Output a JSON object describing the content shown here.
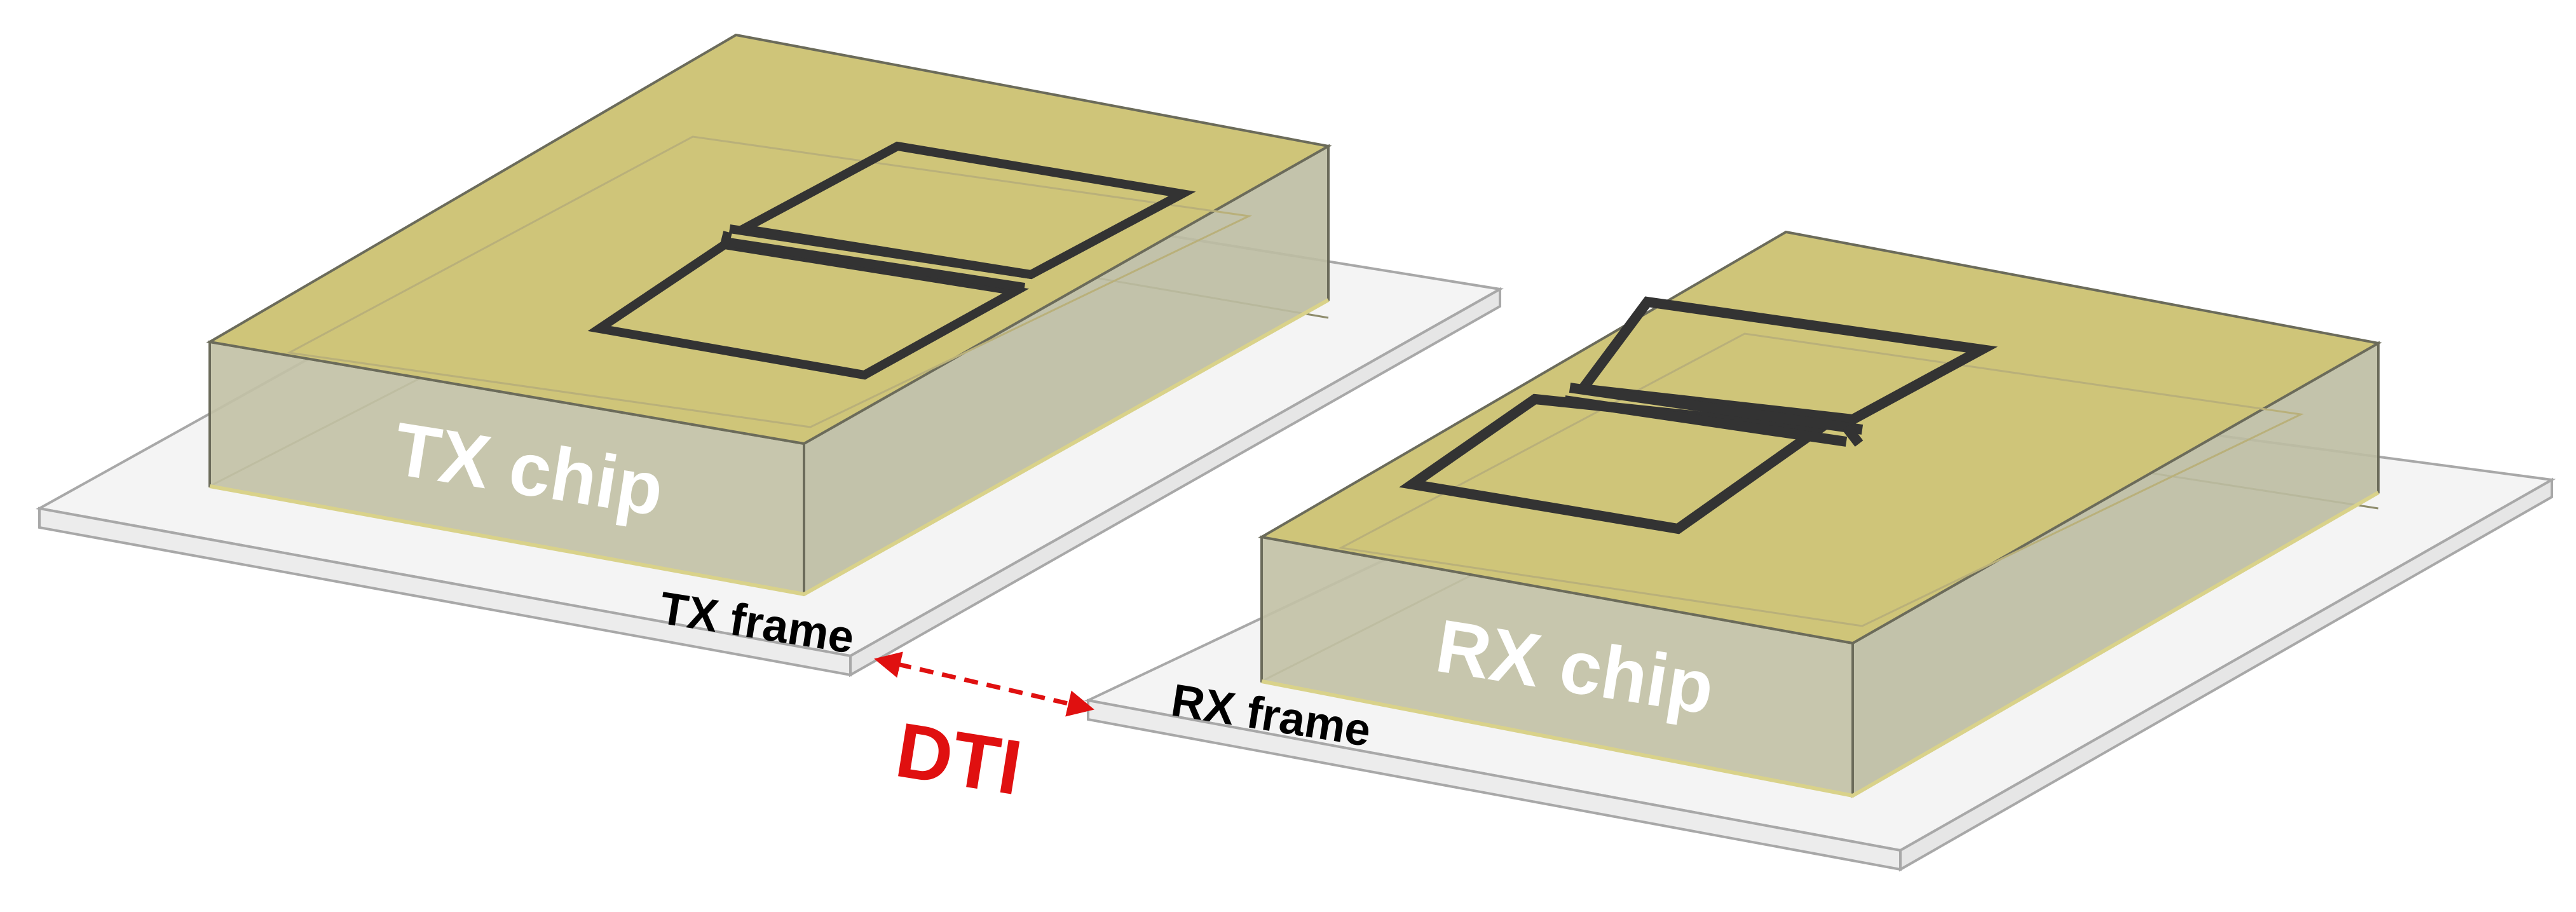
{
  "labels": {
    "tx_chip": "TX chip",
    "rx_chip": "RX chip",
    "tx_frame": "TX frame",
    "rx_frame": "RX frame",
    "dti": "DTI"
  },
  "colors": {
    "chip_top": "#cfc579",
    "chip_side": "#c2c1a6",
    "chip_edge": "#6b6b5a",
    "frame_fill": "#f3f3f3",
    "frame_edge": "#a8a8a8",
    "coil": "#333333",
    "dti_arrow": "#e01010"
  }
}
